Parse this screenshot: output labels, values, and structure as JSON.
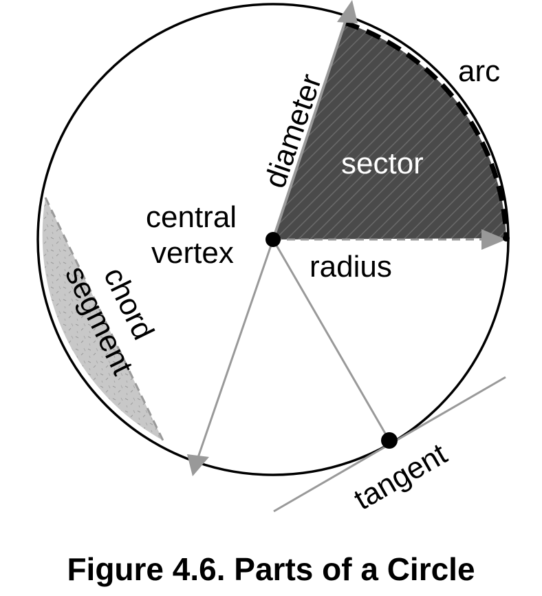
{
  "labels": {
    "arc": "arc",
    "diameter": "diameter",
    "sector": "sector",
    "central_line1": "central",
    "central_line2": "vertex",
    "radius": "radius",
    "chord": "chord",
    "segment": "segment",
    "tangent": "tangent"
  },
  "caption": "Figure 4.6. Parts of a Circle",
  "colors": {
    "circle_stroke": "#000000",
    "line_gray": "#999999",
    "sector_fill": "#4a4a4a",
    "segment_fill": "#c8c8c8",
    "point": "#000000"
  }
}
